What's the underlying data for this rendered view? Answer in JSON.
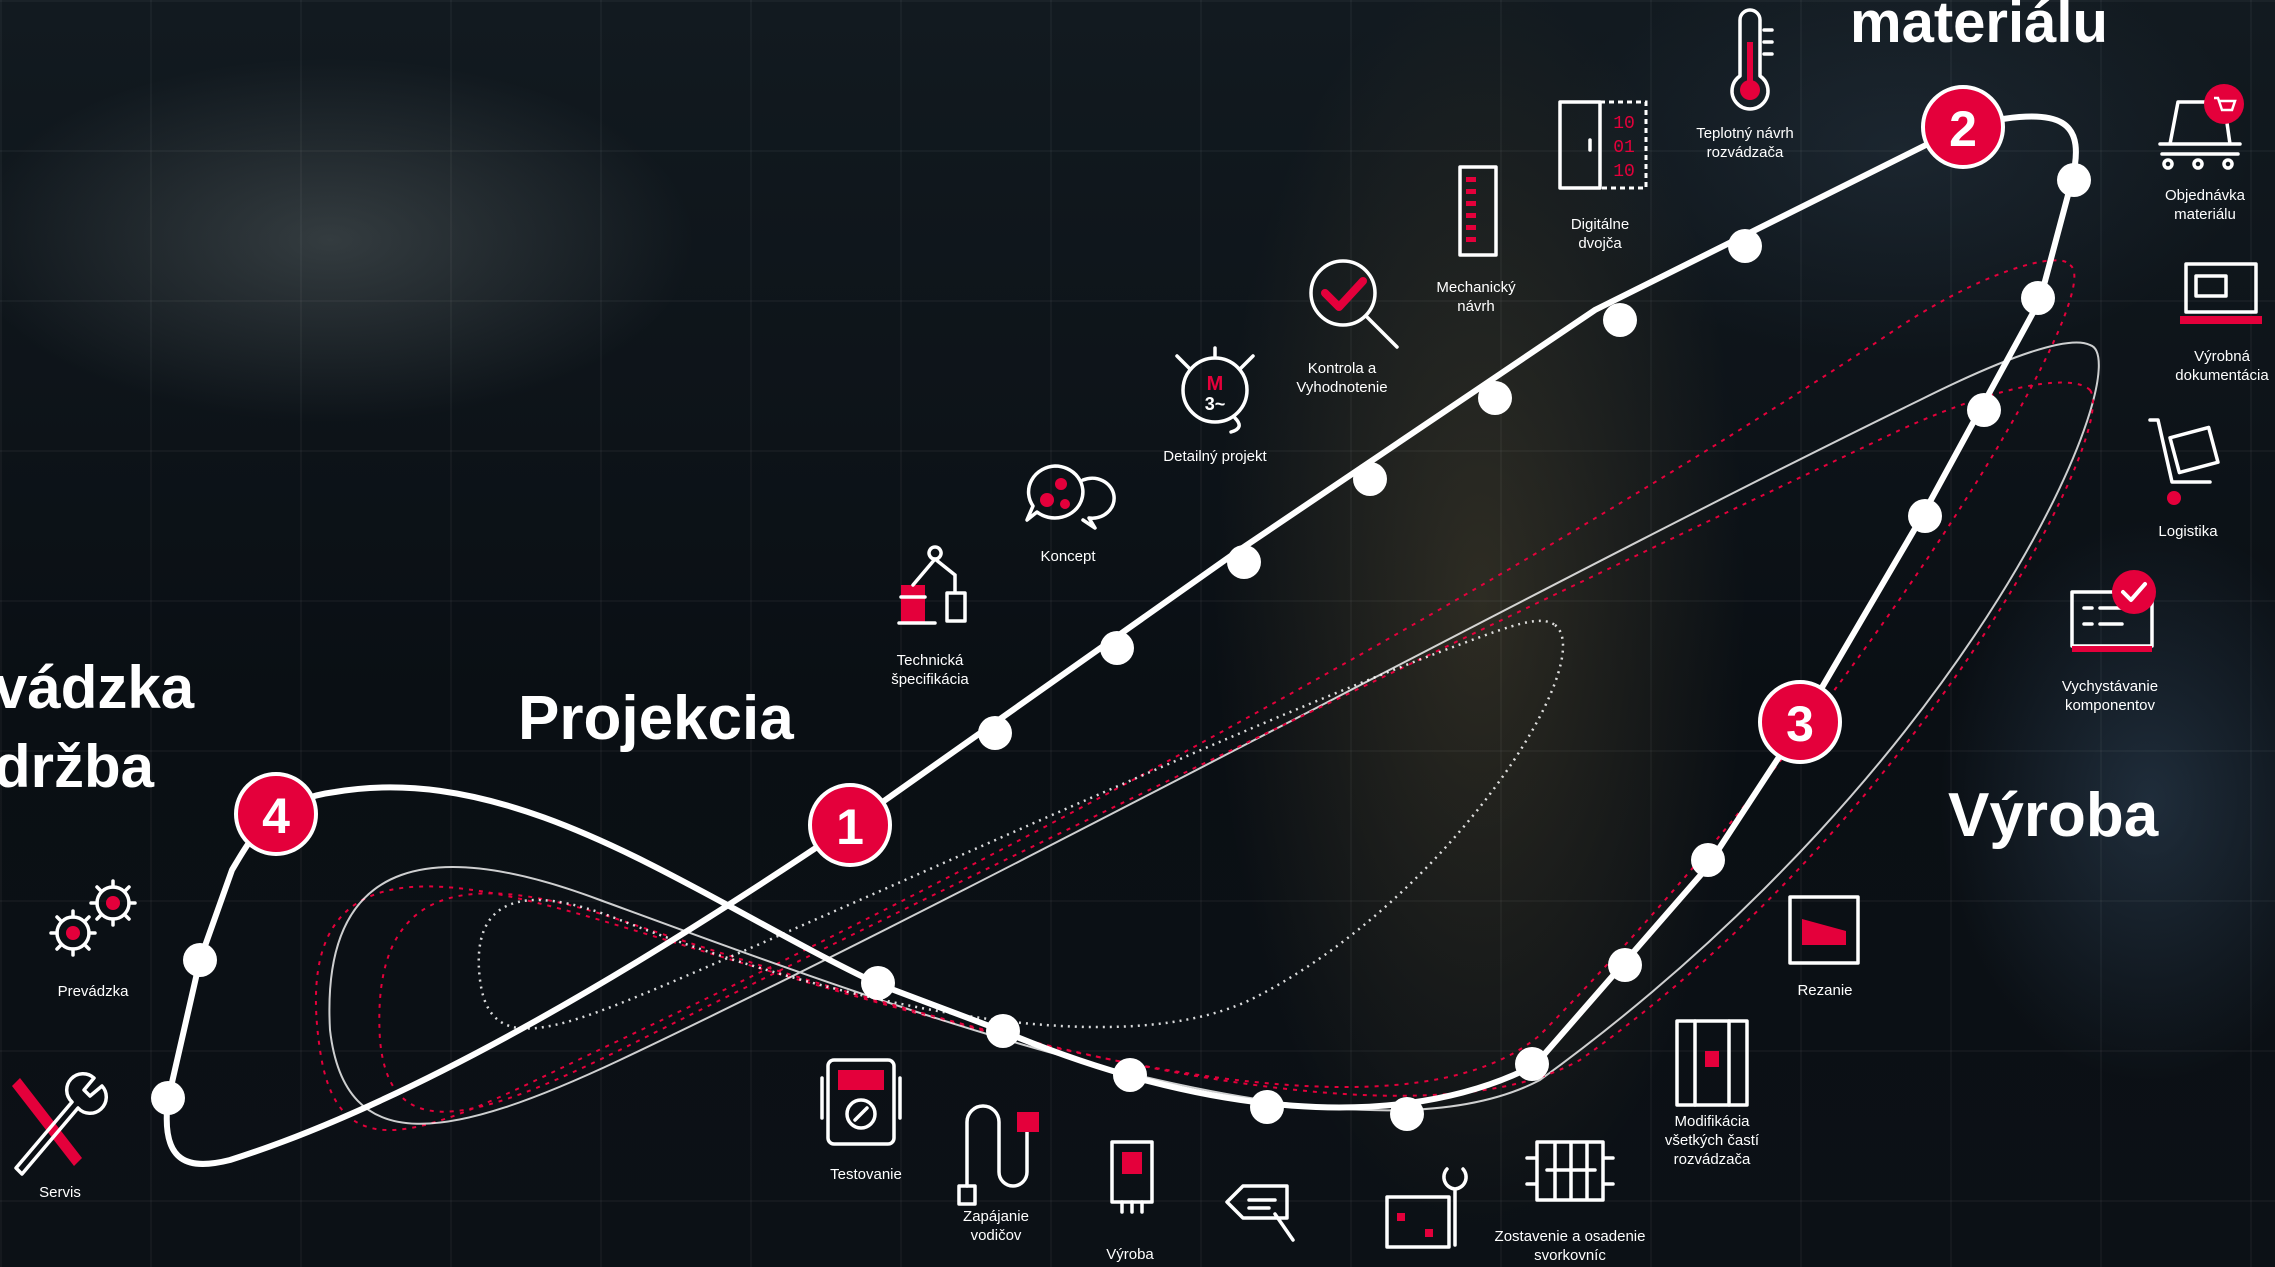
{
  "phases": {
    "operation": "vádzka\ndržba",
    "design": "Projekcia",
    "production": "Výroba",
    "material": "materiálu"
  },
  "step_numbers": [
    "1",
    "2",
    "3",
    "4"
  ],
  "steps": {
    "technical_spec": "Technická\nšpecifikácia",
    "concept": "Koncept",
    "detailed_project": "Detailný projekt",
    "control": "Kontrola a\nVyhodnotenie",
    "mechanical_design": "Mechanický\nnávrh",
    "digital_twin": "Digitálne\ndvojča",
    "thermal_design": "Teplotný návrh\nrozvádzača",
    "material_order": "Objednávka\nmateriálu",
    "production_docs": "Výrobná\ndokumentácia",
    "logistics": "Logistika",
    "component_picking": "Vychystávanie\nkomponentov",
    "cutting": "Rezanie",
    "modification": "Modifikácia\nvšetkých častí\nrozvádzača",
    "terminal_assembly": "Zostavenie a osadenie\nsvorkovníc",
    "production": "Výroba",
    "wire_connection": "Zapájanie\nvodičov",
    "testing": "Testovanie",
    "operation": "Prevádzka",
    "service": "Servis"
  },
  "motor_icon_text": [
    "M",
    "3~"
  ],
  "digital_bits": [
    "10",
    "01",
    "10"
  ],
  "colors": {
    "accent": "#e4003b",
    "line": "#ffffff",
    "background": "#0b0f14"
  }
}
